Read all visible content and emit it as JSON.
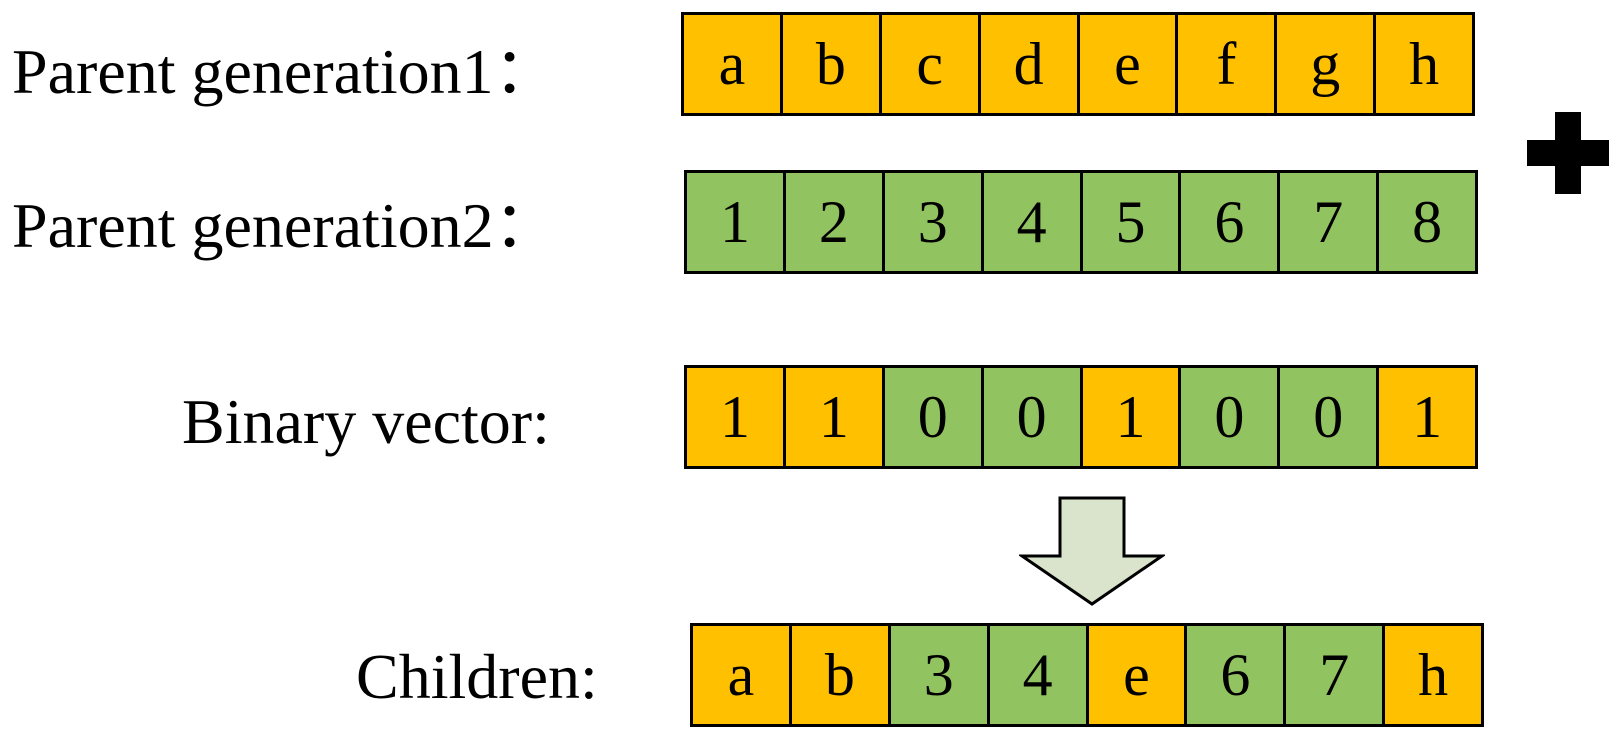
{
  "colors": {
    "parent1_cell": "#FFC000",
    "parent2_cell": "#92C361",
    "border": "#000000",
    "arrow_fill": "#DAE3CC",
    "plus": "#000000"
  },
  "rows": {
    "parent1": {
      "label": "Parent generation1：",
      "cells": [
        {
          "text": "a",
          "source": "orange"
        },
        {
          "text": "b",
          "source": "orange"
        },
        {
          "text": "c",
          "source": "orange"
        },
        {
          "text": "d",
          "source": "orange"
        },
        {
          "text": "e",
          "source": "orange"
        },
        {
          "text": "f",
          "source": "orange"
        },
        {
          "text": "g",
          "source": "orange"
        },
        {
          "text": "h",
          "source": "orange"
        }
      ]
    },
    "parent2": {
      "label": "Parent generation2：",
      "cells": [
        {
          "text": "1",
          "source": "green"
        },
        {
          "text": "2",
          "source": "green"
        },
        {
          "text": "3",
          "source": "green"
        },
        {
          "text": "4",
          "source": "green"
        },
        {
          "text": "5",
          "source": "green"
        },
        {
          "text": "6",
          "source": "green"
        },
        {
          "text": "7",
          "source": "green"
        },
        {
          "text": "8",
          "source": "green"
        }
      ]
    },
    "binary": {
      "label": "Binary vector:",
      "cells": [
        {
          "text": "1",
          "source": "orange"
        },
        {
          "text": "1",
          "source": "orange"
        },
        {
          "text": "0",
          "source": "green"
        },
        {
          "text": "0",
          "source": "green"
        },
        {
          "text": "1",
          "source": "orange"
        },
        {
          "text": "0",
          "source": "green"
        },
        {
          "text": "0",
          "source": "green"
        },
        {
          "text": "1",
          "source": "orange"
        }
      ]
    },
    "children": {
      "label": "Children:",
      "cells": [
        {
          "text": "a",
          "source": "orange"
        },
        {
          "text": "b",
          "source": "orange"
        },
        {
          "text": "3",
          "source": "green"
        },
        {
          "text": "4",
          "source": "green"
        },
        {
          "text": "e",
          "source": "orange"
        },
        {
          "text": "6",
          "source": "green"
        },
        {
          "text": "7",
          "source": "green"
        },
        {
          "text": "h",
          "source": "orange"
        }
      ]
    }
  },
  "icons": {
    "plus": "plus-icon",
    "arrow": "arrow-down-icon"
  }
}
